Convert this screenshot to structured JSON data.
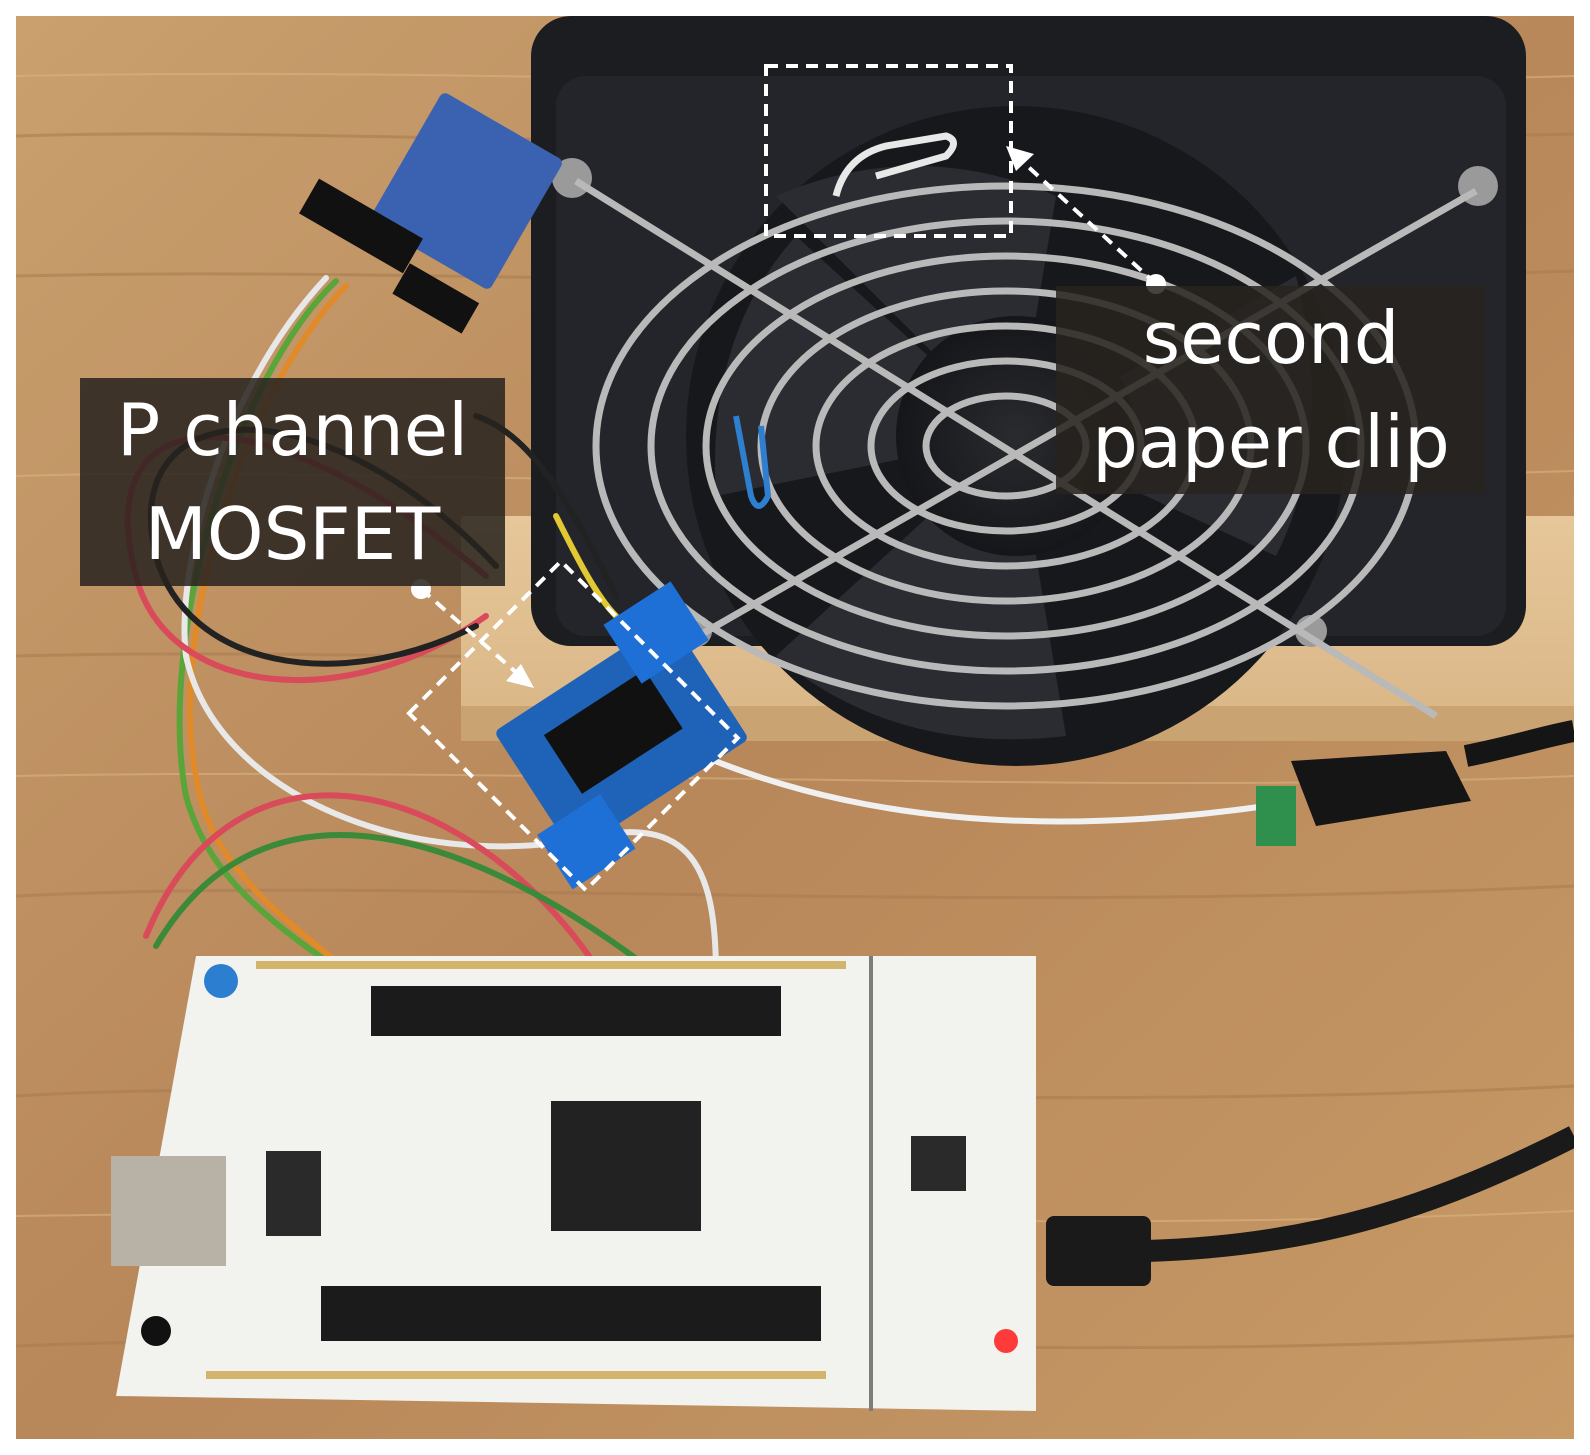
{
  "figure": {
    "kind": "annotated-photo",
    "subject": "microcontroller-development-board-driving-cooling-fan",
    "colors": {
      "label_background": "#28231e",
      "label_text": "#ffffff",
      "callout_box": "#ffffff",
      "wood": "#c79a66",
      "board": "#f2f2ee",
      "fan": "#1e1f22",
      "mosfet_module": "#1f63b8"
    }
  },
  "callouts": {
    "mosfet": {
      "line1": "P channel",
      "line2": "MOSFET"
    },
    "paper_clip": {
      "line1": "second",
      "line2": "paper clip"
    }
  }
}
